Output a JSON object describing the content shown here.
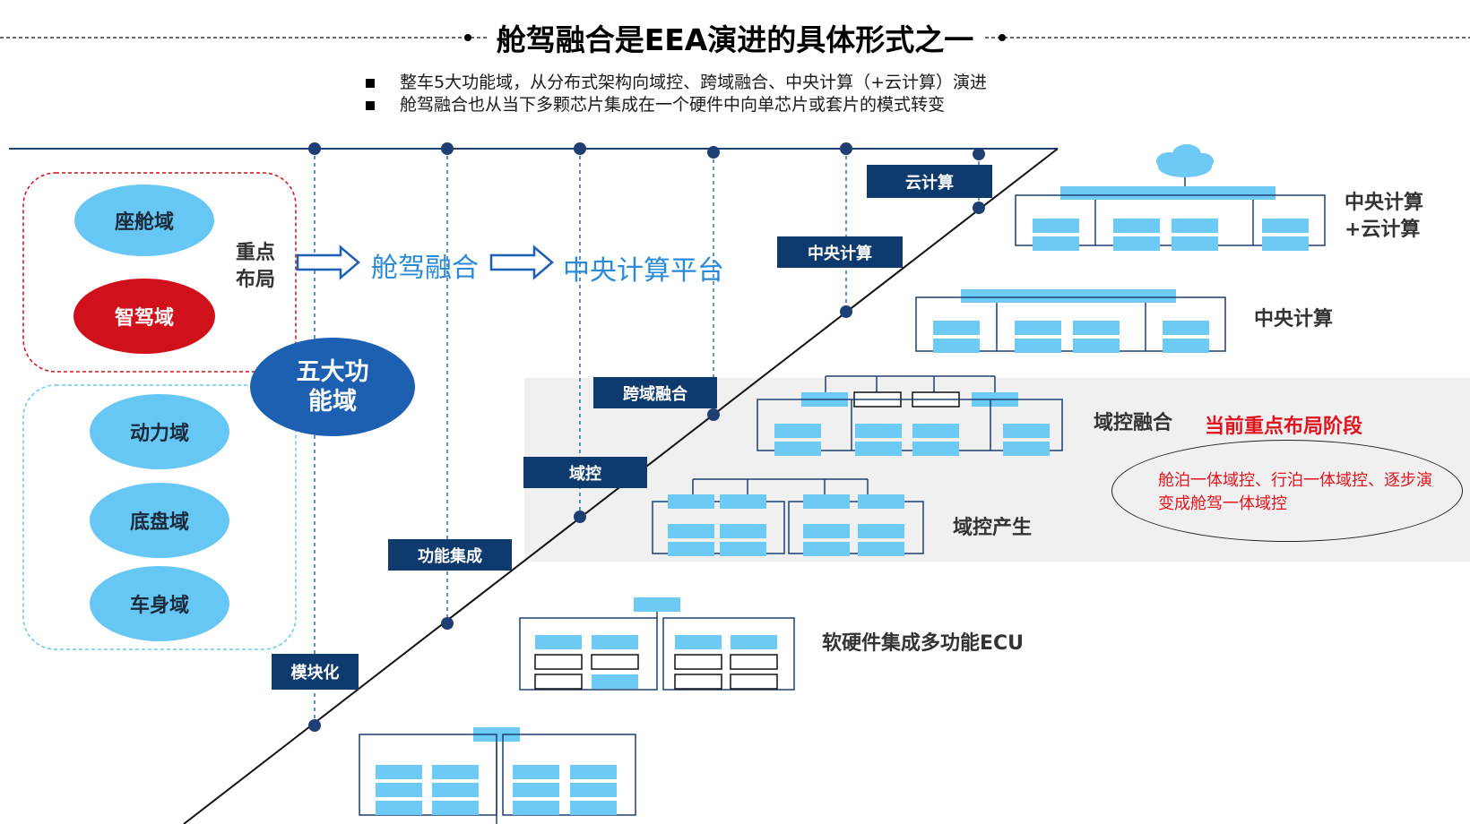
{
  "title": "舱驾融合是EEA演进的具体形式之一",
  "bullets": [
    "整车5大功能域，从分布式架构向域控、跨域融合、中央计算（+云计算）演进",
    "舱驾融合也从当下多颗芯片集成在一个硬件中向单芯片或套片的模式转变"
  ],
  "domains": {
    "focus_group": [
      "座舱域",
      "智驾域"
    ],
    "other_group": [
      "动力域",
      "底盘域",
      "车身域"
    ],
    "center": "五大功能域"
  },
  "focus_label": "重点布局",
  "flow": [
    "舱驾融合",
    "中央计算平台"
  ],
  "timeline_labels": [
    "模块化",
    "功能集成",
    "域控",
    "跨域融合",
    "中央计算",
    "云计算"
  ],
  "stages": [
    "软硬件集成多功能ECU",
    "域控产生",
    "域控融合",
    "中央计算",
    "中央计算+云计算"
  ],
  "current_stage": "当前重点布局阶段",
  "note": "舱泊一体域控、行泊一体域控、逐步演变成舱驾一体域控",
  "colors": {
    "block": "#6ccaf5",
    "navy": "#0e3a6e",
    "red": "#e0141e",
    "flow_blue": "#2a8ad8",
    "intelligent_driving": "#d0101a",
    "highlight_band": "#f0f0f0"
  }
}
